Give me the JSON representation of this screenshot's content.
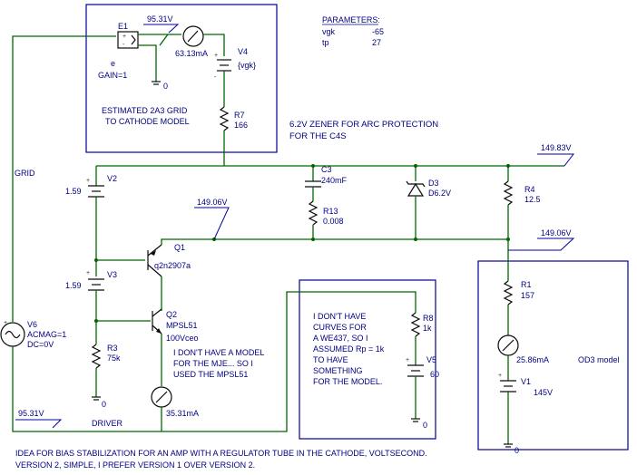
{
  "parameters": {
    "title": "PARAMETERS:",
    "rows": [
      {
        "name": "vgk",
        "value": "-65"
      },
      {
        "name": "tp",
        "value": "27"
      }
    ]
  },
  "grid_model": {
    "e1_name": "E1",
    "e1_sub": "e",
    "e1_gain": "GAIN=1",
    "net_top": "95.31V",
    "meter_reading": "63.13mA",
    "v4_name": "V4",
    "v4_value": "{vgk}",
    "r7_name": "R7",
    "r7_value": "166",
    "ground": "0",
    "caption_line1": "ESTIMATED 2A3 GRID",
    "caption_line2": "TO CATHODE MODEL"
  },
  "zener_note": {
    "line1": "6.2V ZENER FOR ARC PROTECTION",
    "line2": "FOR THE C4S"
  },
  "main": {
    "grid_label": "GRID",
    "net_149_83": "149.83V",
    "net_149_06_left": "149.06V",
    "net_149_06_right": "149.06V",
    "v2_name": "V2",
    "v2_value": "1.59",
    "v3_name": "V3",
    "v3_value": "1.59",
    "q1_name": "Q1",
    "q1_model": "q2n2907a",
    "q2_name": "Q2",
    "q2_model": "MPSL51",
    "q2_note": "100Vceo",
    "r3_name": "R3",
    "r3_value": "75k",
    "c3_name": "C3",
    "c3_value": "240mF",
    "r13_name": "R13",
    "r13_value": "0.008",
    "d3_name": "D3",
    "d3_value": "D6.2V",
    "r4_name": "R4",
    "r4_value": "12.5",
    "v6_name": "V6",
    "v6_acmag": "ACMAG=1",
    "v6_dc": "DC=0V",
    "meter_q2_reading": "35.31mA",
    "driver_label": "DRIVER",
    "net_bottom": "95.31V",
    "mje_note_line1": "I DON'T HAVE A MODEL",
    "mje_note_line2": "FOR THE MJE... SO I",
    "mje_note_line3": "USED THE MPSL51",
    "ground": "0"
  },
  "we437_box": {
    "note_line1": "I DON'T HAVE",
    "note_line2": "CURVES FOR",
    "note_line3": "A WE437, SO I",
    "note_line4": "ASSUMED Rp = 1k",
    "note_line5": "TO HAVE",
    "note_line6": "SOMETHING",
    "note_line7": "FOR THE MODEL.",
    "r8_name": "R8",
    "r8_value": "1k",
    "v5_name": "V5",
    "v5_value": "60",
    "ground": "0"
  },
  "od3_box": {
    "title": "OD3 model",
    "r1_name": "R1",
    "r1_value": "157",
    "meter_reading": "25.86mA",
    "v1_name": "V1",
    "v1_value": "145V",
    "ground": "0"
  },
  "footer": {
    "line1": "IDEA FOR BIAS STABILIZATION FOR AN AMP WITH A REGULATOR TUBE IN THE CATHODE, VOLTSECOND.",
    "line2": "VERSION 2, SIMPLE, I PREFER VERSION 1 OVER VERSION 2."
  }
}
